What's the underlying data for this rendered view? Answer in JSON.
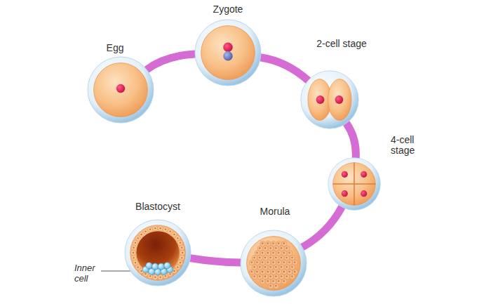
{
  "diagram": {
    "nodes": [
      {
        "text": [
          "Egg"
        ]
      },
      {
        "text": [
          "Zygote"
        ]
      },
      {
        "text": [
          "2-cell stage"
        ]
      },
      {
        "text": [
          "4-cell stage"
        ]
      },
      {
        "text": [
          "Morula"
        ]
      },
      {
        "text": [
          "Blastocyst"
        ]
      }
    ],
    "edges": [
      {
        "from": 0,
        "to": 1,
        "arrow": "none"
      },
      {
        "from": 1,
        "to": 2,
        "arrow": "none"
      },
      {
        "from": 2,
        "to": 3,
        "arrow": "none"
      },
      {
        "from": 3,
        "to": 4,
        "arrow": "none"
      },
      {
        "from": 4,
        "to": 5,
        "arrow": "none"
      }
    ],
    "labels": [
      "Inner cell"
    ]
  }
}
